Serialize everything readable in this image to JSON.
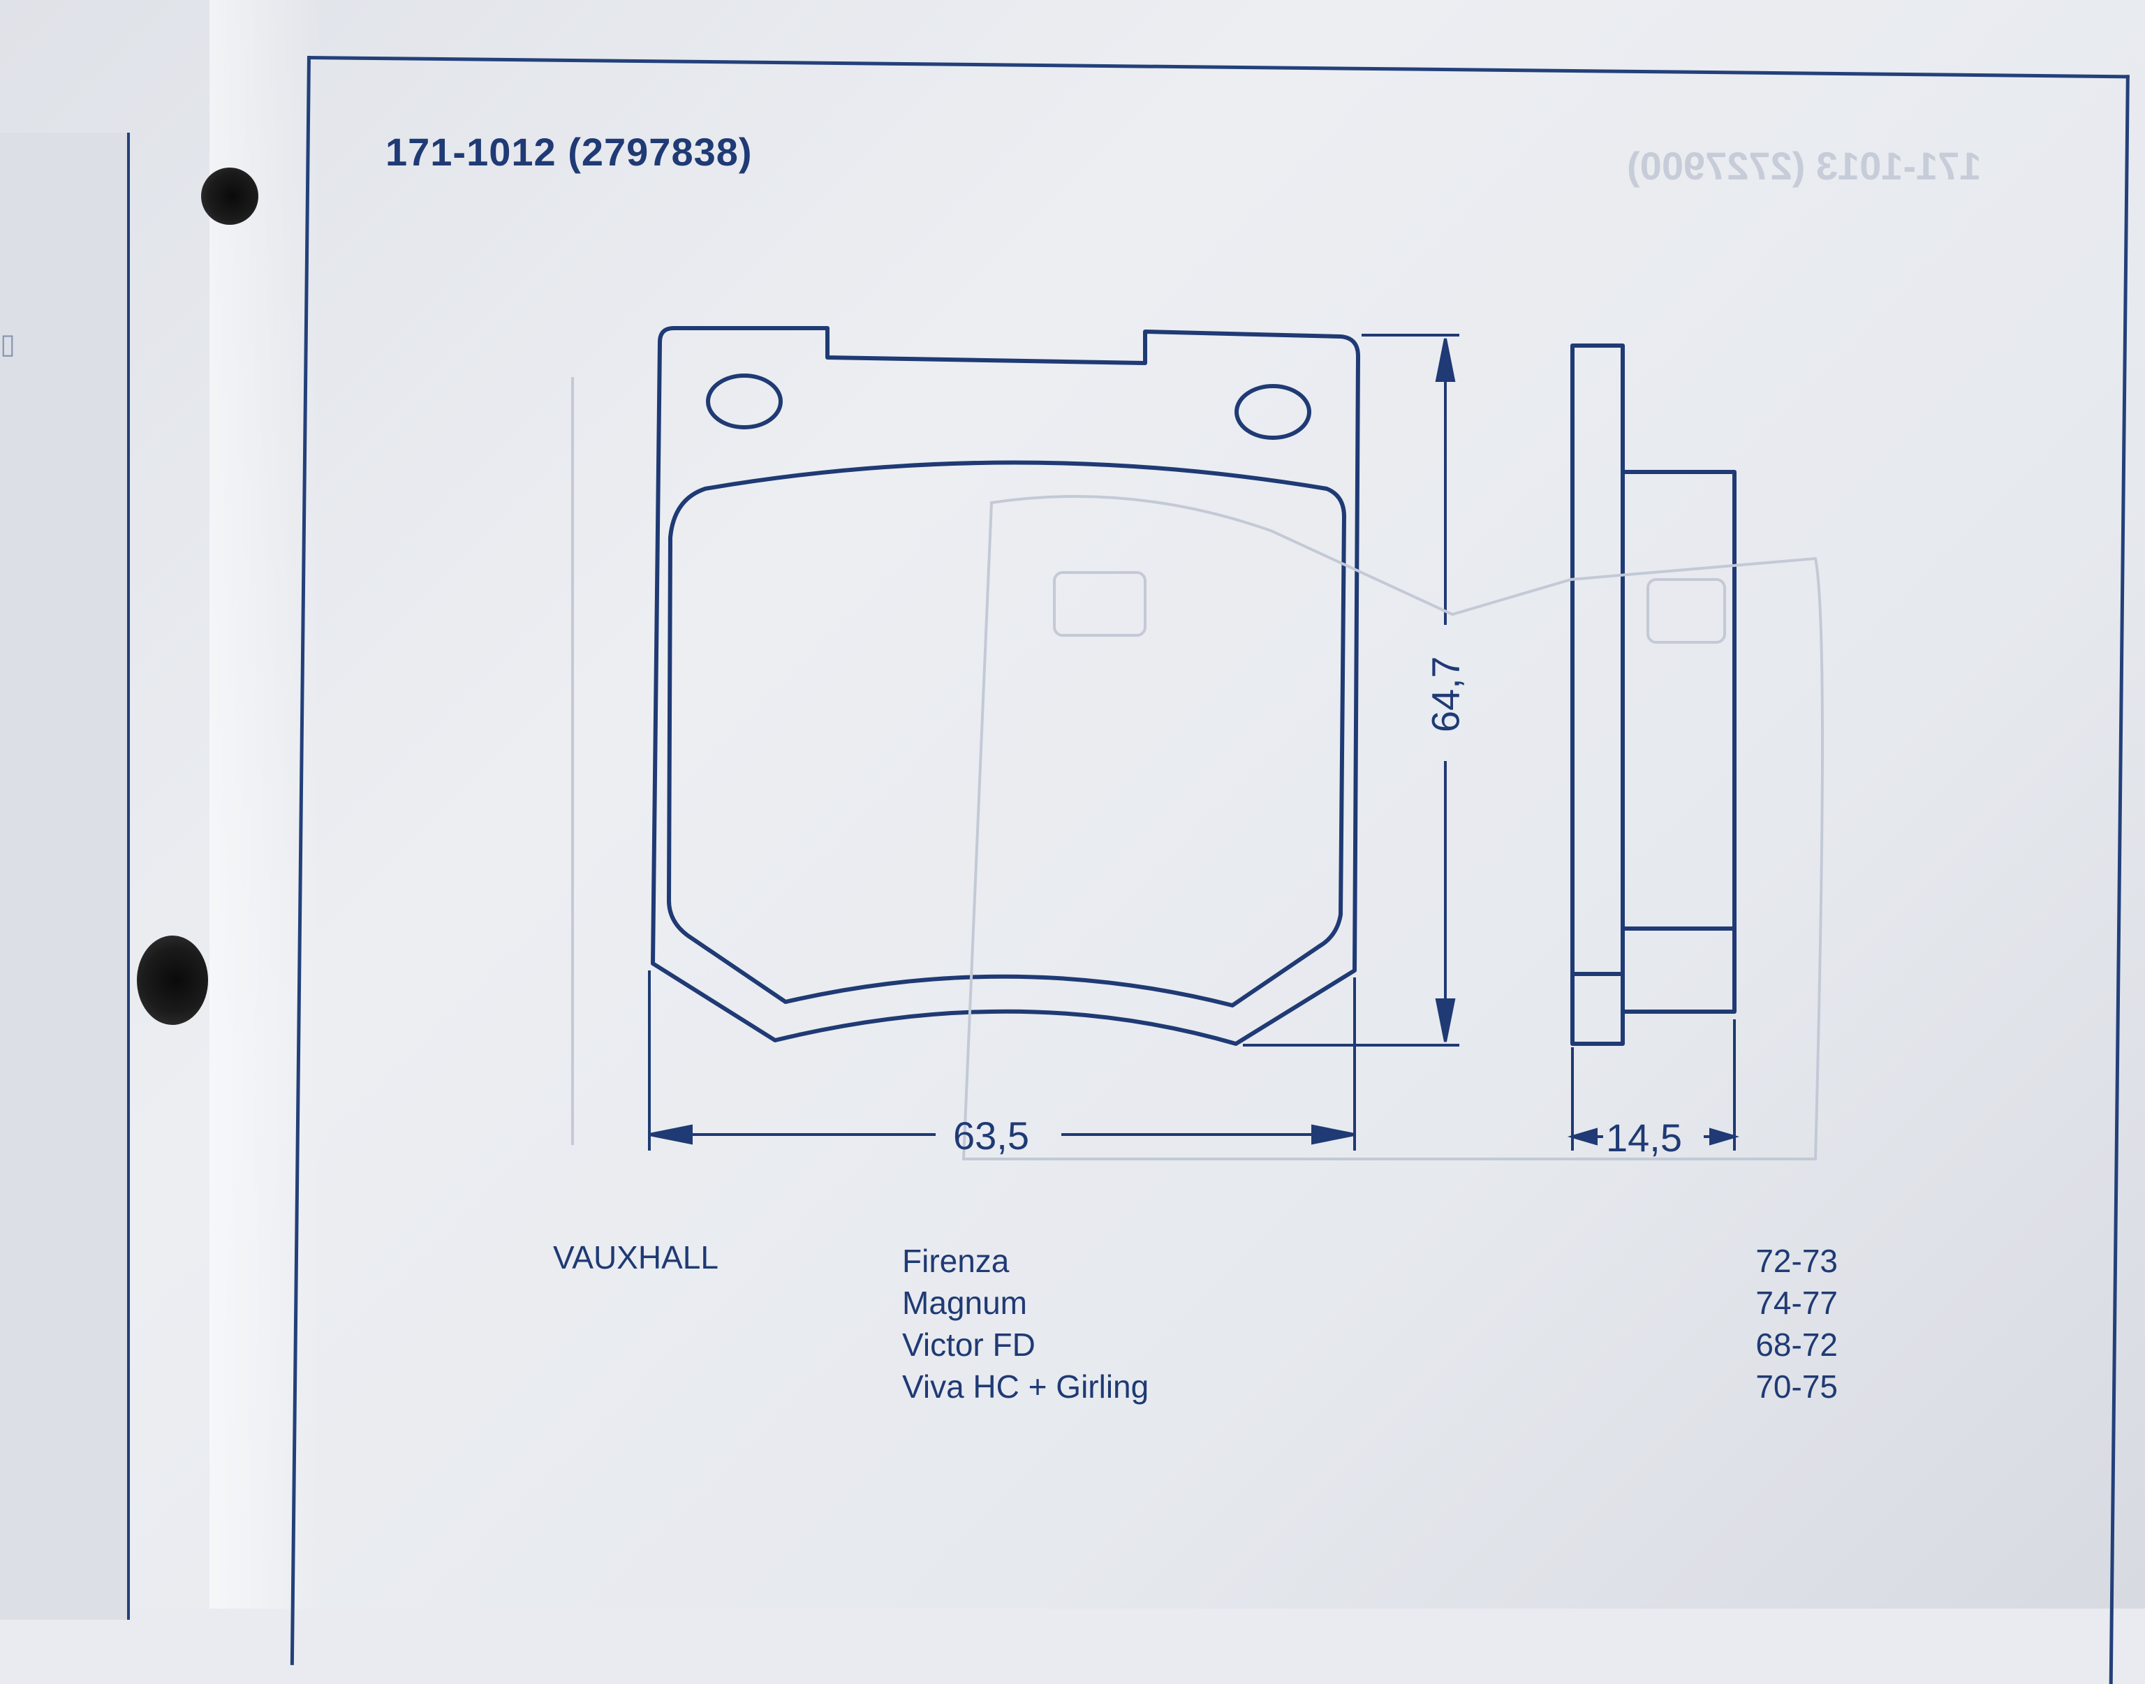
{
  "part": {
    "title": "171-1012 (2797838)"
  },
  "dimensions": {
    "width": "63,5",
    "height": "64,7",
    "thickness": "14,5"
  },
  "applications": {
    "brand": "VAUXHALL",
    "rows": [
      {
        "model": "Firenza",
        "years": "72-73"
      },
      {
        "model": "Magnum",
        "years": "74-77"
      },
      {
        "model": "Victor FD",
        "years": "68-72"
      },
      {
        "model": "Viva HC + Girling",
        "years": "70-75"
      }
    ]
  },
  "colors": {
    "ink": "#1f3a74",
    "paper": "#e9ebf0"
  }
}
